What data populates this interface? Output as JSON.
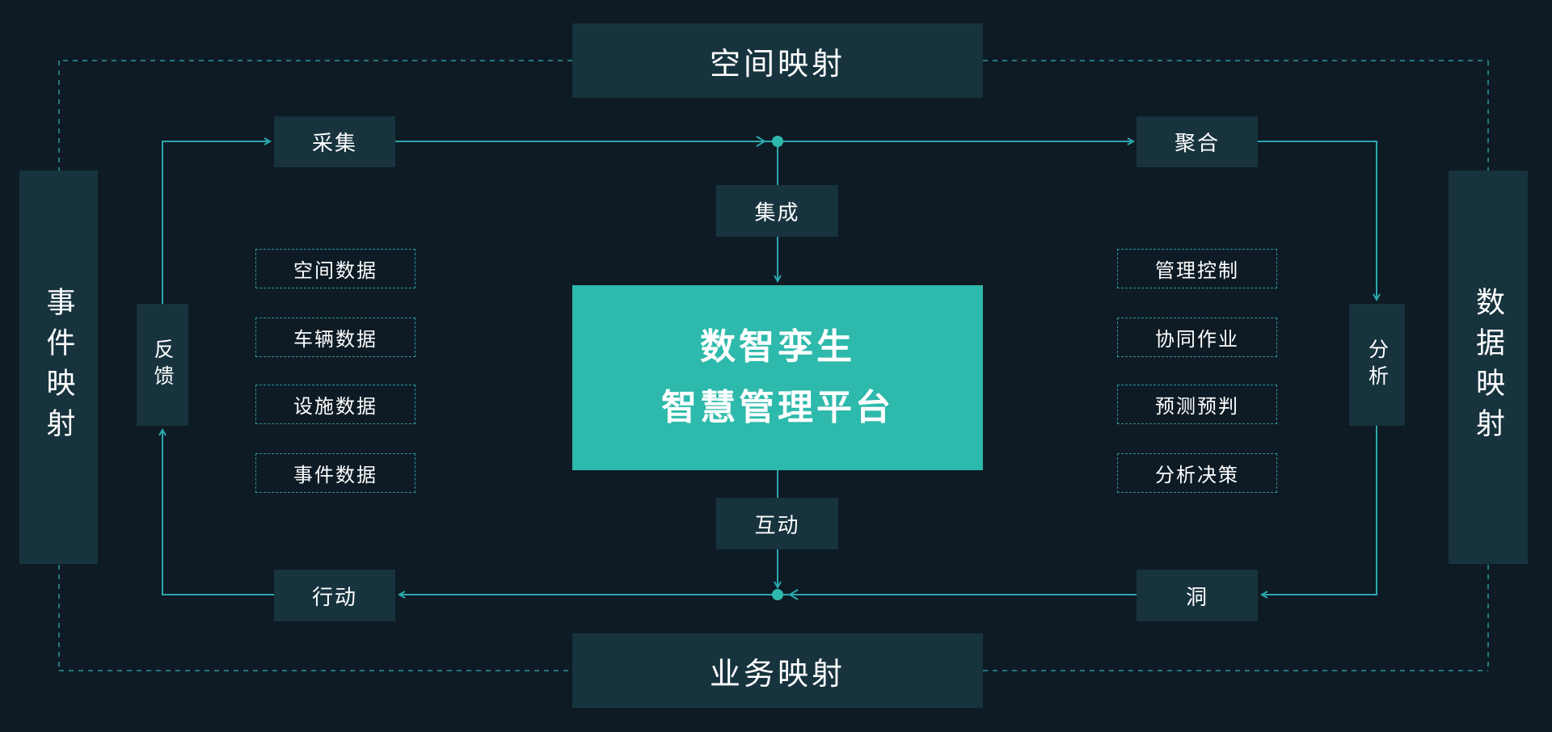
{
  "colors": {
    "background": "#0e1b24",
    "box": "#17333e",
    "accent": "#2db9ab",
    "line": "#2ba7ac",
    "dashed": "#2b98a1",
    "dot": "#2db9ab",
    "text": "#ffffff"
  },
  "diagram": {
    "center": {
      "line1": "数智孪生",
      "line2": "智慧管理平台"
    },
    "mappings": {
      "top": "空间映射",
      "bottom": "业务映射",
      "left": "事件映射",
      "right": "数据映射"
    },
    "process": {
      "collect": "采集",
      "aggregate": "聚合",
      "integrate": "集成",
      "interact": "互动",
      "action": "行动",
      "insight": "洞",
      "feedback": "反馈",
      "analysis": "分析"
    },
    "left_items": [
      "空间数据",
      "车辆数据",
      "设施数据",
      "事件数据"
    ],
    "right_items": [
      "管理控制",
      "协同作业",
      "预测预判",
      "分析决策"
    ]
  }
}
